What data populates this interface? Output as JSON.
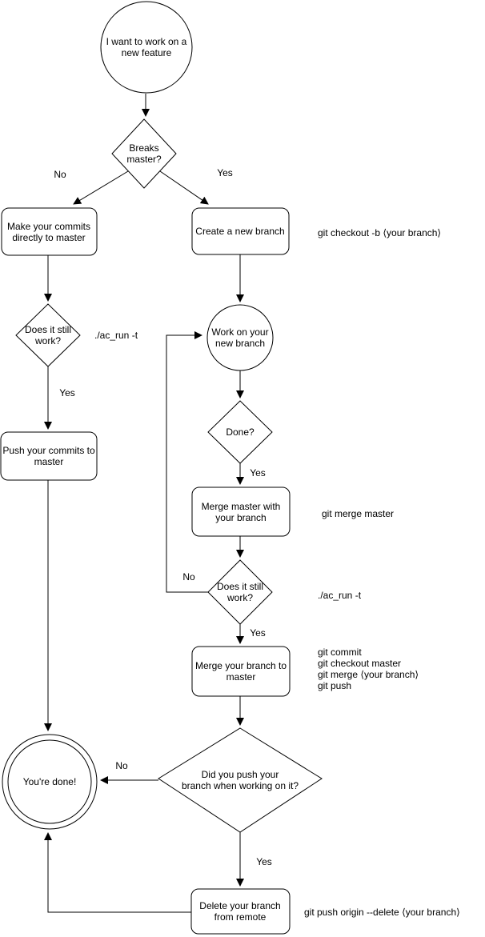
{
  "diagram": {
    "kind": "flowchart",
    "topic": "git feature branch workflow",
    "nodes": {
      "start": {
        "shape": "circle",
        "label": "I want to work on a\nnew feature"
      },
      "breaks_master": {
        "shape": "diamond",
        "label": "Breaks\nmaster?"
      },
      "make_commits": {
        "shape": "rounded-rect",
        "label": "Make your commits\ndirectly to master"
      },
      "create_branch": {
        "shape": "rounded-rect",
        "label": "Create a new branch"
      },
      "still_work_left": {
        "shape": "diamond",
        "label": "Does it still\nwork?"
      },
      "push_commits": {
        "shape": "rounded-rect",
        "label": "Push your commits to\nmaster"
      },
      "work_branch": {
        "shape": "circle",
        "label": "Work on your\nnew branch"
      },
      "done": {
        "shape": "diamond",
        "label": "Done?"
      },
      "merge_master": {
        "shape": "rounded-rect",
        "label": "Merge master with\nyour branch"
      },
      "still_work_right": {
        "shape": "diamond",
        "label": "Does it still\nwork?"
      },
      "merge_branch": {
        "shape": "rounded-rect",
        "label": "Merge your branch to\nmaster"
      },
      "did_push": {
        "shape": "diamond",
        "label": "Did you push your\nbranch when working on it?"
      },
      "youre_done": {
        "shape": "double-circle",
        "label": "You're done!"
      },
      "delete_branch": {
        "shape": "rounded-rect",
        "label": "Delete your branch\nfrom remote"
      }
    },
    "edge_labels": {
      "breaks_no": "No",
      "breaks_yes": "Yes",
      "still_left_yes": "Yes",
      "done_yes": "Yes",
      "still_right_no": "No",
      "still_right_yes": "Yes",
      "did_push_no": "No",
      "did_push_yes": "Yes"
    },
    "annotations": {
      "checkout_branch": "git checkout -b ⟨your branch⟩",
      "ac_run_left": "./ac_run -t",
      "merge_master": "git merge master",
      "ac_run_right": "./ac_run -t",
      "merge_commands": "git commit\ngit checkout master\ngit merge ⟨your branch⟩\ngit push",
      "delete_remote": "git push origin --delete ⟨your branch⟩"
    },
    "colors": {
      "stroke": "#000000",
      "background": "#ffffff",
      "text": "#000000"
    }
  }
}
